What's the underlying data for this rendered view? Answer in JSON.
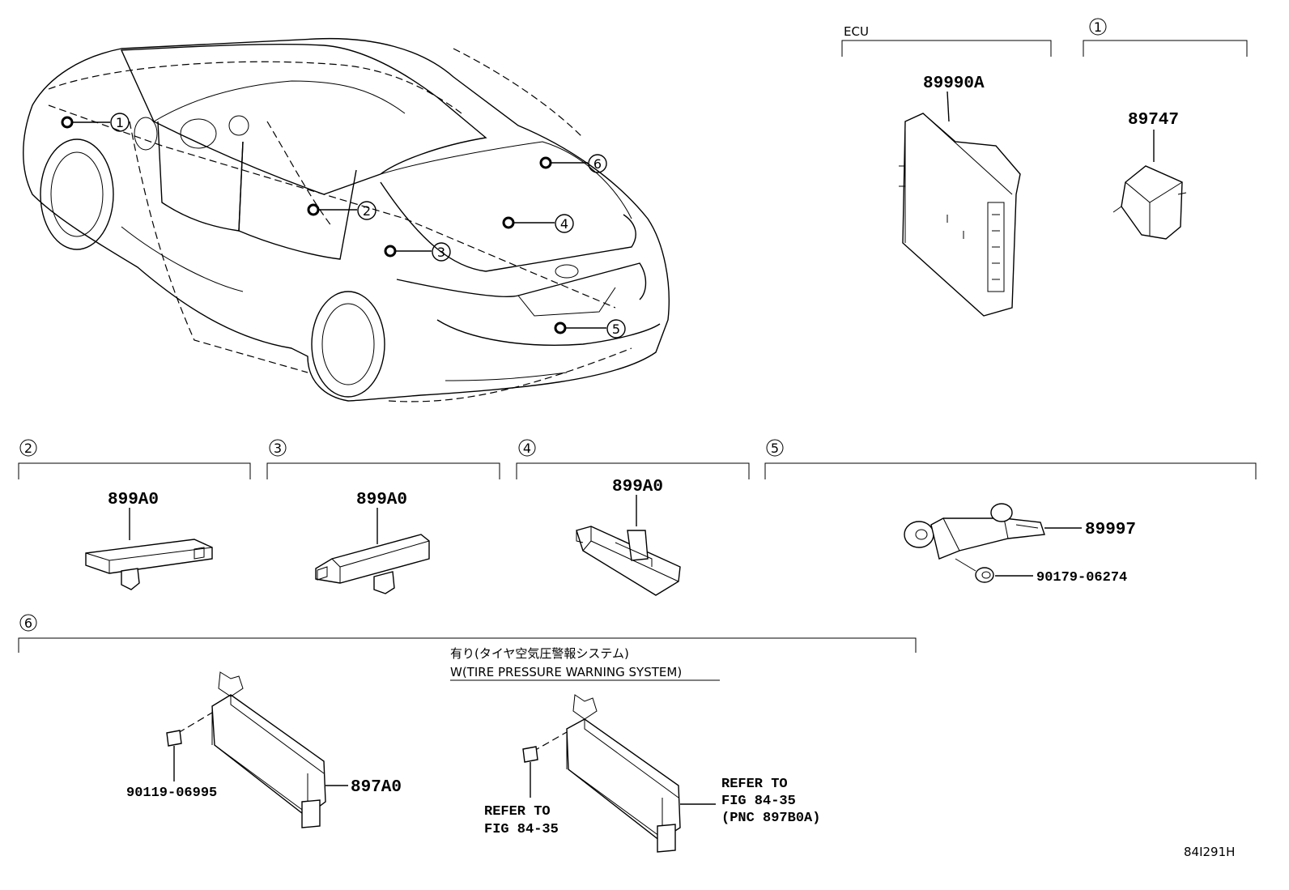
{
  "callouts": [
    "1",
    "2",
    "3",
    "4",
    "5",
    "6"
  ],
  "sections": {
    "ecu": {
      "header": "ECU",
      "part": "89990A"
    },
    "s1": {
      "num": "1",
      "part": "89747"
    },
    "s2": {
      "num": "2",
      "part": "899A0"
    },
    "s3": {
      "num": "3",
      "part": "899A0"
    },
    "s4": {
      "num": "4",
      "part": "899A0"
    },
    "s5": {
      "num": "5",
      "part": "89997",
      "bolt": "90179-06274"
    },
    "s6": {
      "num": "6",
      "caption_jp": "有り(タイヤ空気圧警報システム)",
      "caption_en": "W(TIRE PRESSURE WARNING SYSTEM)",
      "bolt": "90119-06995",
      "part": "897A0",
      "ref_bolt": [
        "REFER TO",
        "FIG 84-35"
      ],
      "ref_part": [
        "REFER TO",
        "FIG 84-35",
        "(PNC 897B0A)"
      ]
    }
  },
  "figure_id": "84I291H"
}
